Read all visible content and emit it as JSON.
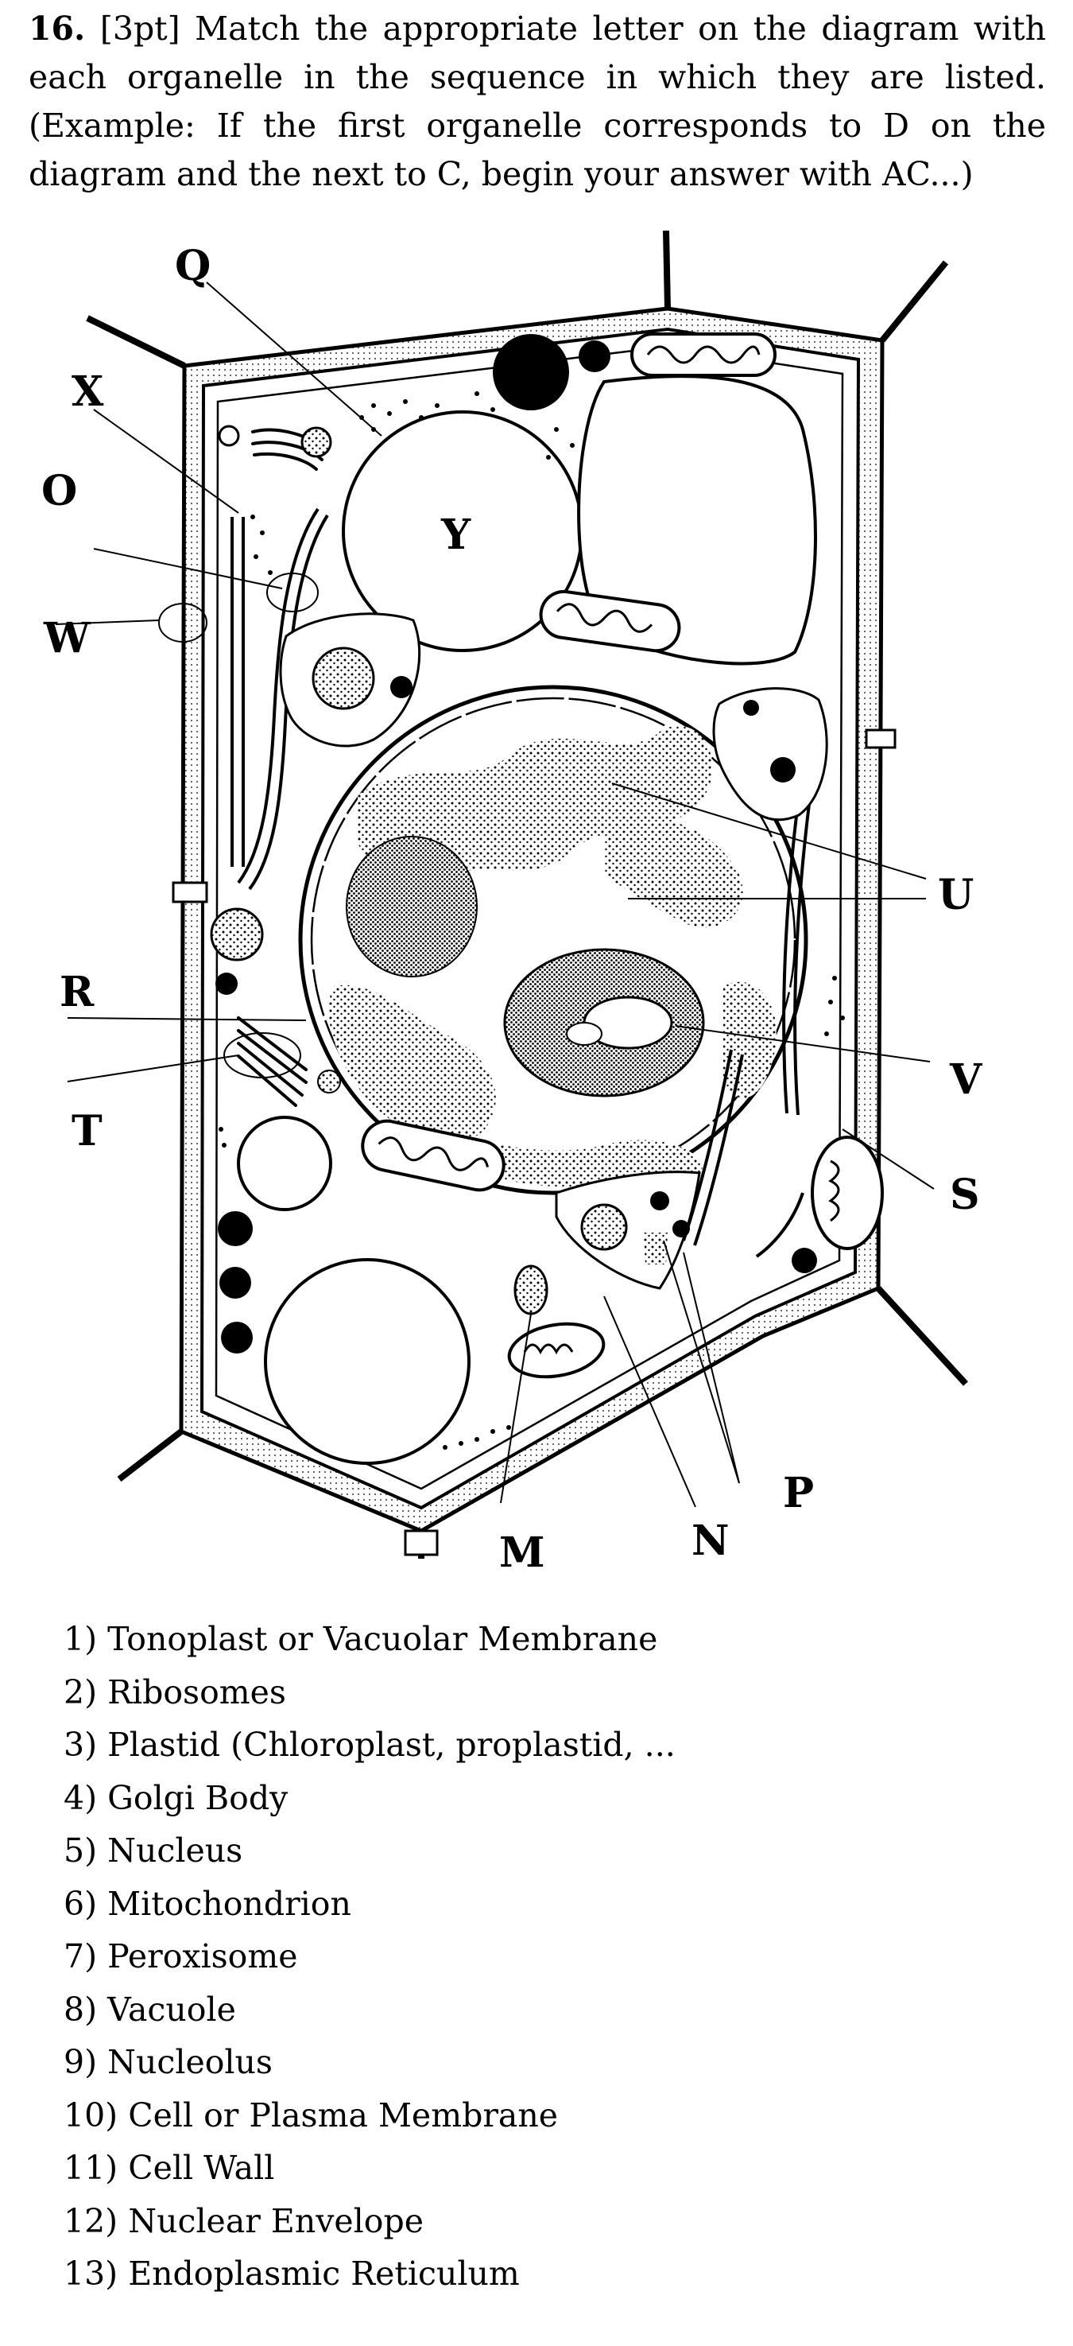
{
  "question": {
    "number": "16.",
    "text": "[3pt] Match the appropriate letter on the diagram with each organelle in the sequence in which they are listed. (Example: If the first organelle corresponds to D on the diagram and the next to C, begin your answer with AC...)"
  },
  "diagram": {
    "labels": {
      "Q": "Q",
      "X": "X",
      "O": "O",
      "W": "W",
      "Y": "Y",
      "U": "U",
      "R": "R",
      "V": "V",
      "T": "T",
      "S": "S",
      "P": "P",
      "N": "N",
      "M": "M"
    }
  },
  "organelles": [
    "1) Tonoplast or Vacuolar Membrane",
    "2) Ribosomes",
    "3) Plastid (Chloroplast, proplastid, ...",
    "4) Golgi Body",
    "5) Nucleus",
    "6) Mitochondrion",
    "7) Peroxisome",
    "8) Vacuole",
    "9) Nucleolus",
    "10) Cell or Plasma Membrane",
    "11) Cell Wall",
    "12) Nuclear Envelope",
    "13) Endoplasmic Reticulum"
  ]
}
